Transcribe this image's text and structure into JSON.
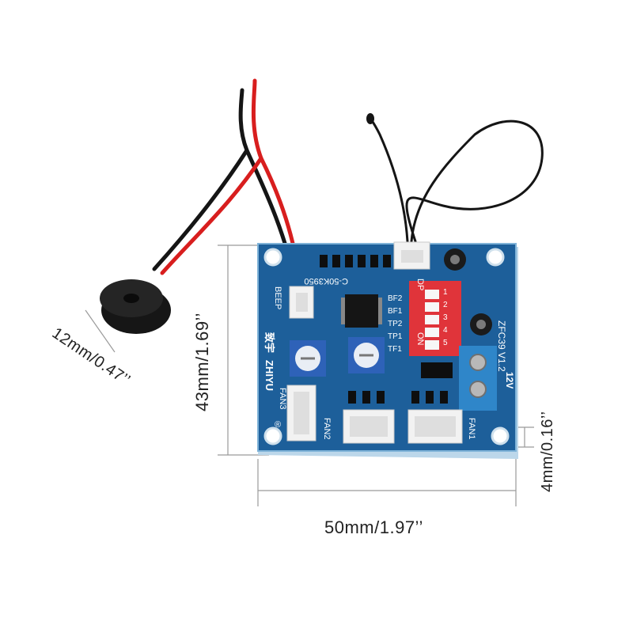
{
  "dimensions": {
    "width": "50mm/1.97’’",
    "height": "43mm/1.69’’",
    "mount_hole": "4mm/0.16’’",
    "buzzer": "12mm/0.47’’"
  },
  "board": {
    "model": "ZFC39 V1.2",
    "sensor": "C-50K3950",
    "brand": "ZHIYU",
    "logo": "致宇",
    "power": "12V",
    "beep": "BEEP",
    "fan1": "FAN1",
    "fan2": "FAN2",
    "fan3": "FAN3",
    "dip_header": "DP",
    "dip_on": "ON",
    "dip_numbers": [
      "1",
      "2",
      "3",
      "4",
      "5"
    ],
    "switch_labels": [
      "BF2",
      "BF1",
      "TP2",
      "TP1",
      "TF1"
    ],
    "reg_mark": "®"
  },
  "colors": {
    "pcb": "#1d5f9a",
    "pcb_edge": "#7fb3d8",
    "dip_switch": "#e0343a",
    "terminal": "#2f86c9",
    "wire_red": "#d81e1e",
    "wire_black": "#151515"
  }
}
